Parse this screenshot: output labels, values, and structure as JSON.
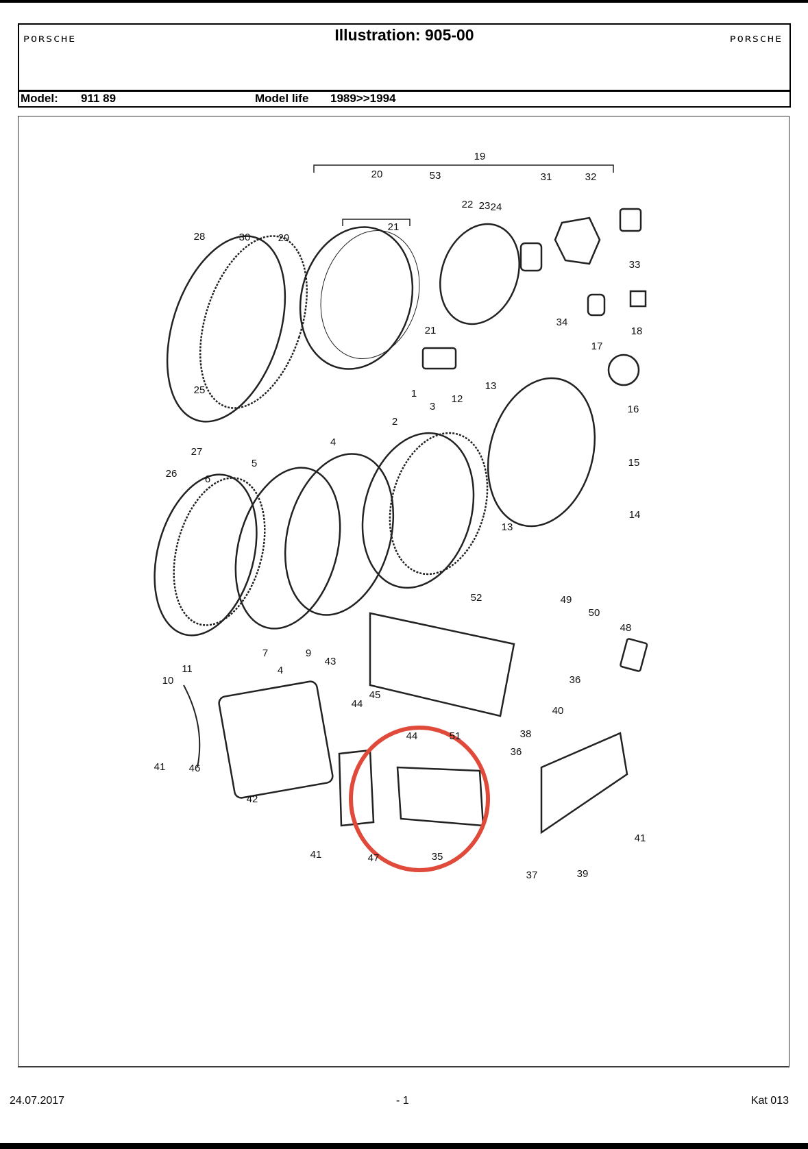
{
  "header": {
    "logo_left": "PORSCHE",
    "logo_right": "PORSCHE",
    "title": "Illustration: 905-00"
  },
  "model_row": {
    "model_label": "Model:",
    "model_value": "911 89",
    "life_label": "Model life",
    "life_value": "1989>>1994"
  },
  "diagram": {
    "highlight_color": "#e04a3a",
    "part_labels": [
      "19",
      "20",
      "53",
      "31",
      "32",
      "22",
      "23",
      "24",
      "21",
      "28",
      "30",
      "29",
      "33",
      "34",
      "17",
      "18",
      "21",
      "25",
      "1",
      "13",
      "12",
      "3",
      "2",
      "16",
      "4",
      "27",
      "26",
      "5",
      "15",
      "6",
      "14",
      "13",
      "52",
      "49",
      "50",
      "48",
      "43",
      "7",
      "9",
      "11",
      "4",
      "10",
      "36",
      "45",
      "44",
      "40",
      "38",
      "44",
      "51",
      "36",
      "41",
      "46",
      "42",
      "41",
      "47",
      "35",
      "37",
      "39",
      "41"
    ]
  },
  "footer": {
    "date": "24.07.2017",
    "page": "- 1",
    "catalog": "Kat 013"
  }
}
